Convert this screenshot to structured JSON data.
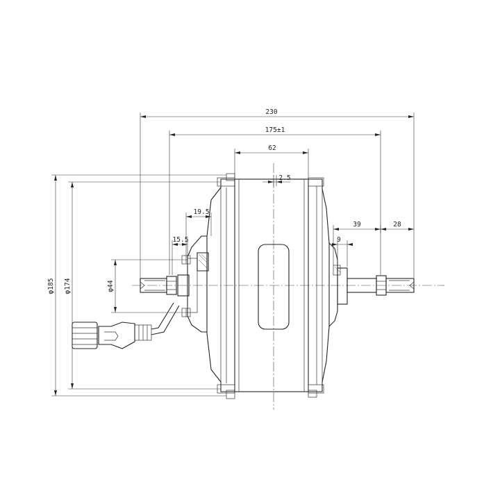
{
  "drawing": {
    "dimensions": {
      "overall_width": "230",
      "flange_spacing": "175±1",
      "rim_width": "62",
      "offset": "2.5",
      "shaft_left_section": "39",
      "shaft_end": "28",
      "spacer": "9",
      "bolt_offset": "19.5",
      "bolt_inner": "15.5",
      "hub_diameter": "φ44",
      "shell_diameter": "φ174",
      "outer_diameter": "φ185"
    }
  }
}
